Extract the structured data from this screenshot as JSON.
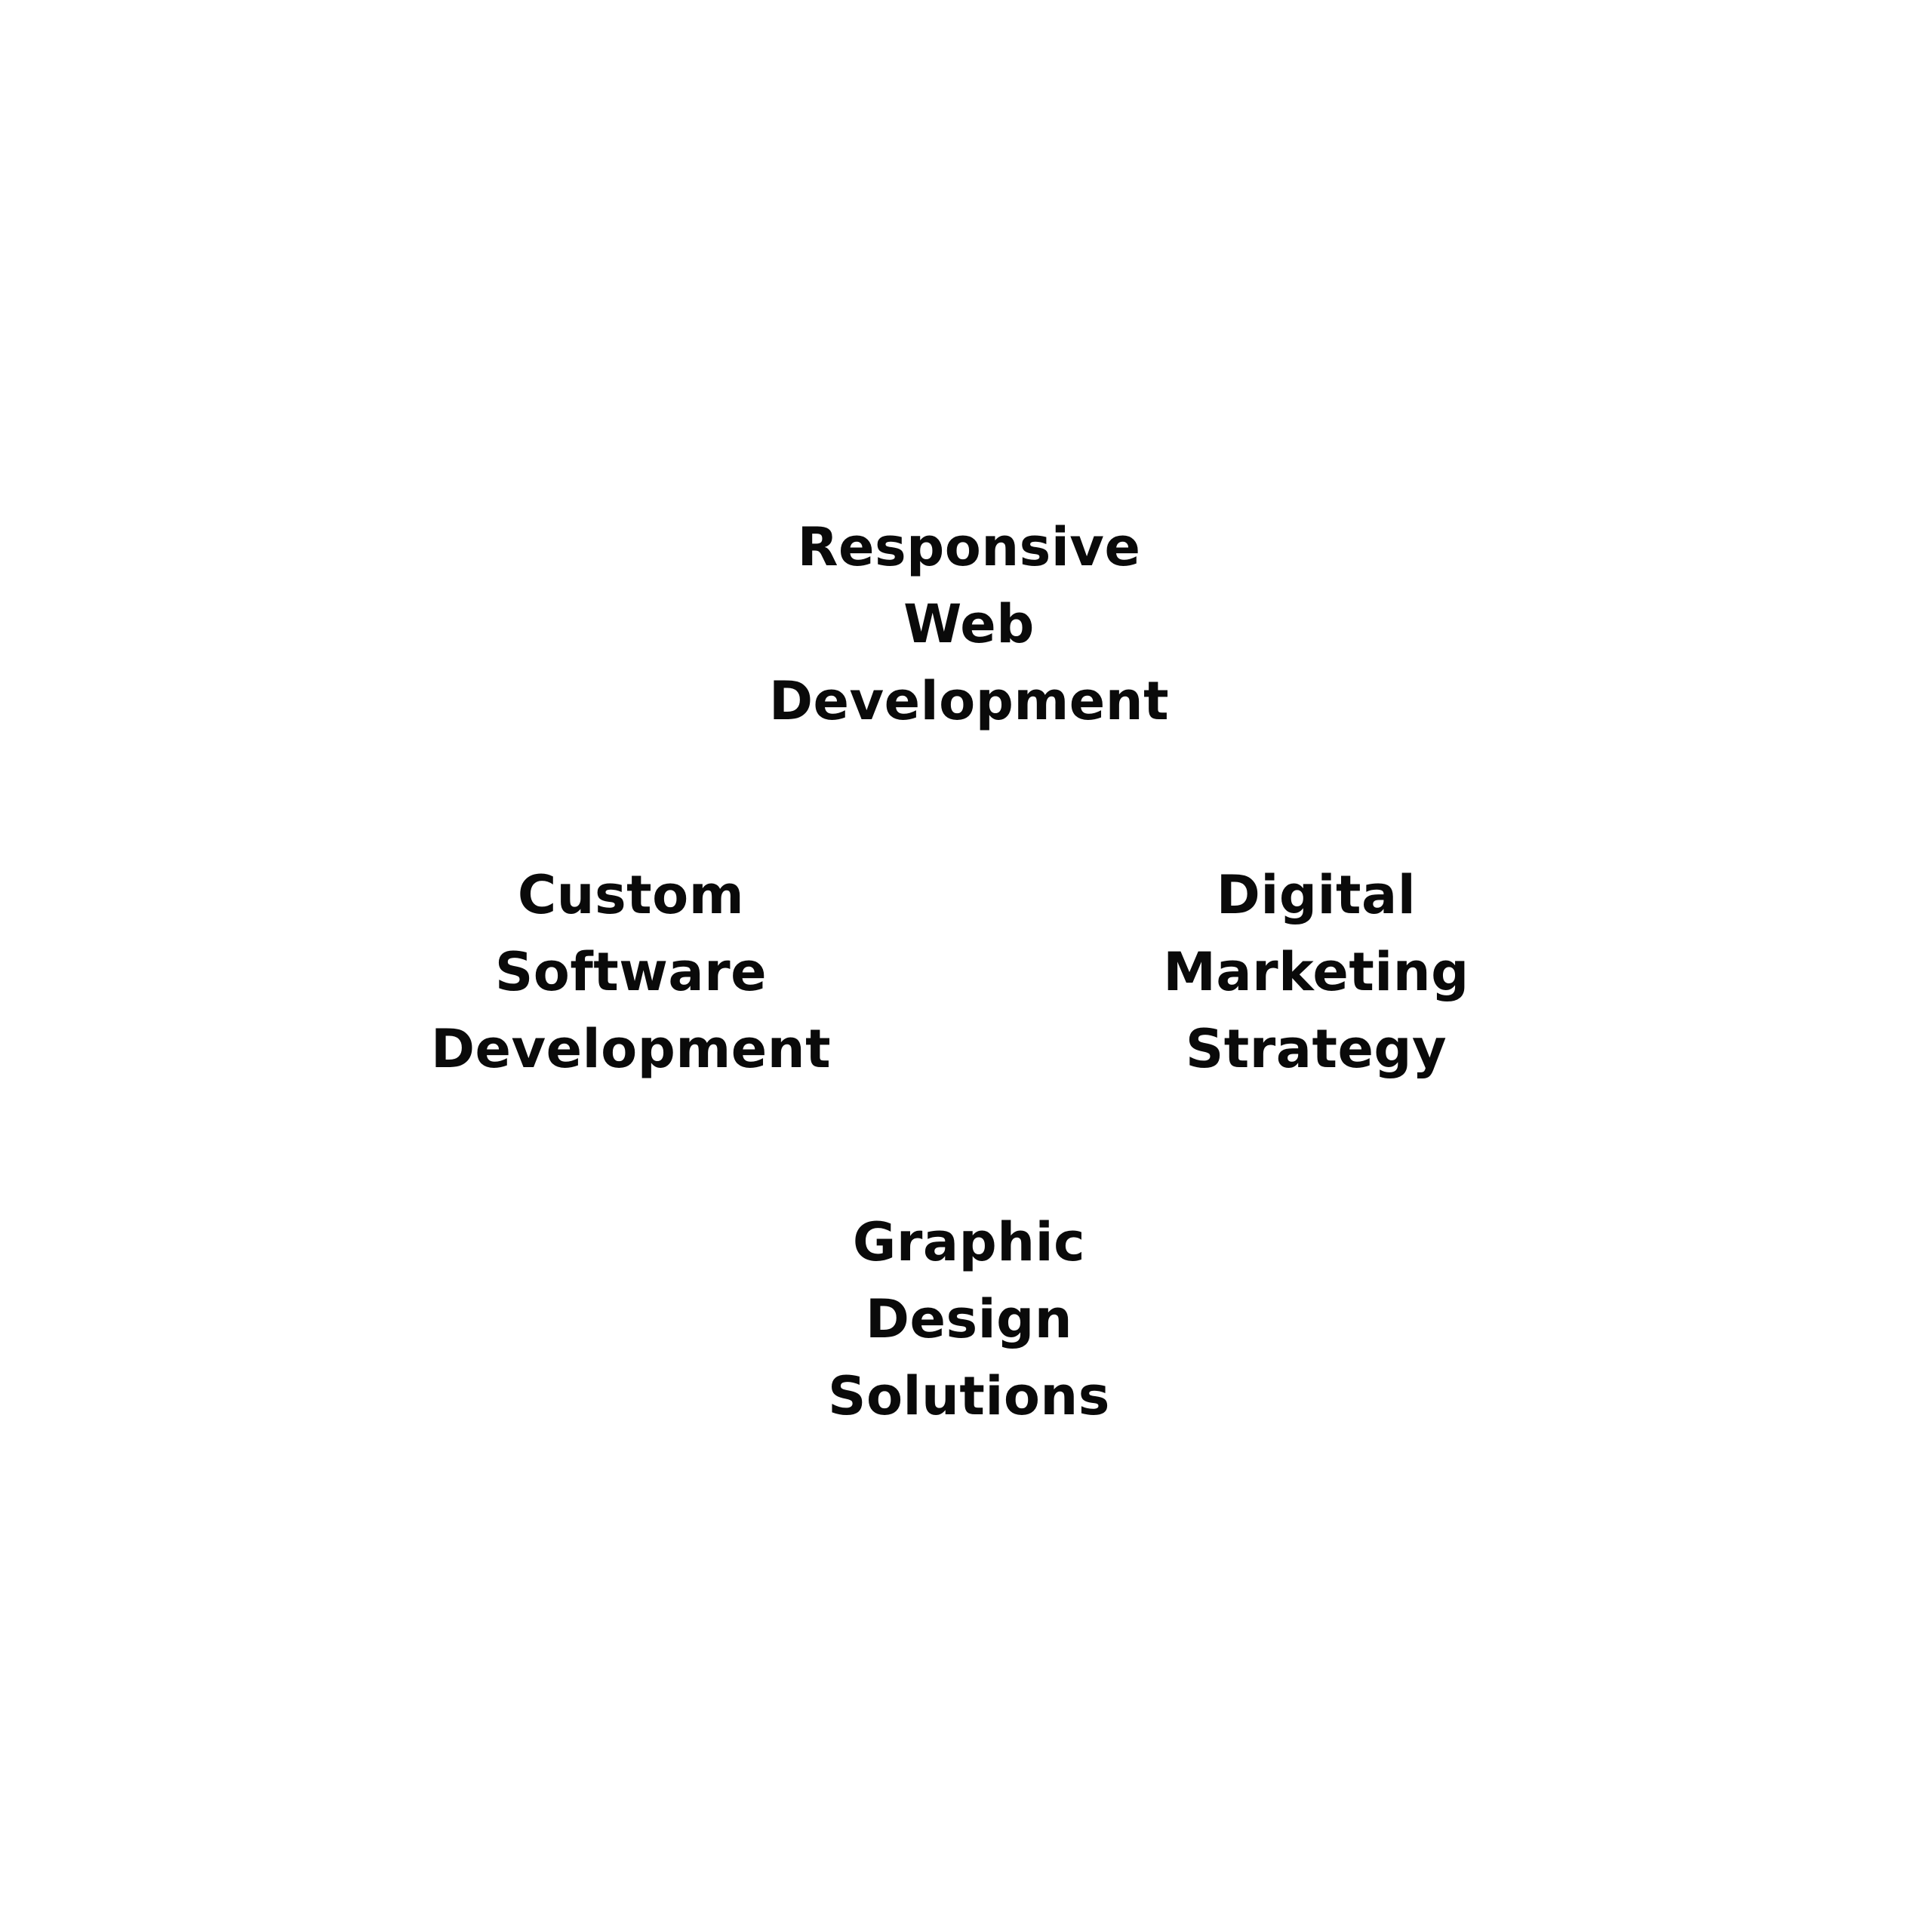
{
  "services": {
    "top": {
      "lines": [
        "Responsive",
        "Web",
        "Development"
      ]
    },
    "left": {
      "lines": [
        "Custom",
        "Software",
        "Development"
      ]
    },
    "right": {
      "lines": [
        "Digital",
        "Marketing",
        "Strategy"
      ]
    },
    "bottom": {
      "lines": [
        "Graphic",
        "Design",
        "Solutions"
      ]
    }
  },
  "colors": {
    "background": "#ffffff",
    "text": "#0a0a0a"
  }
}
